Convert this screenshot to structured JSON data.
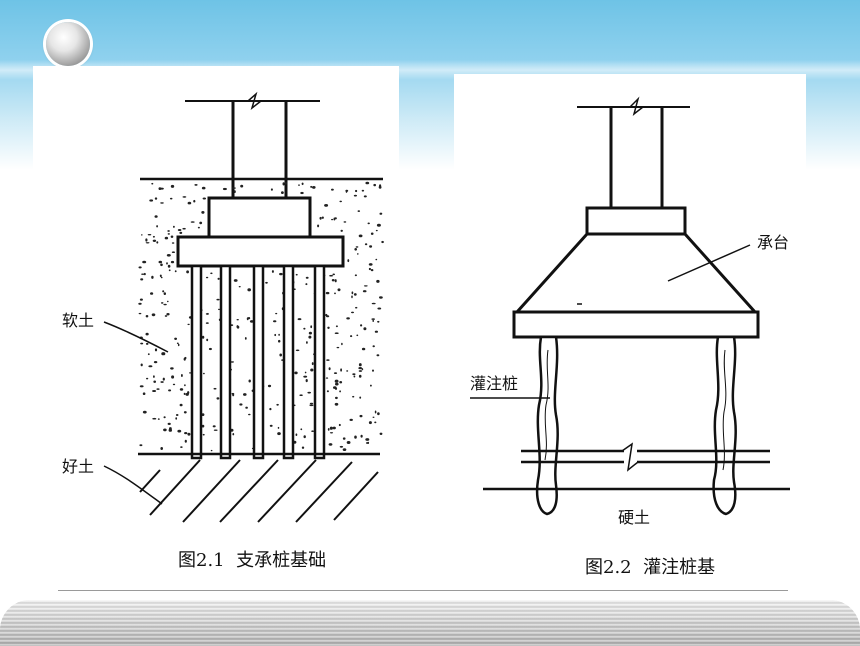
{
  "figures": [
    {
      "caption": "图2.1  支承桩基础",
      "labels": {
        "soft_soil": "软土",
        "good_soil": "好土"
      }
    },
    {
      "caption": "图2.2  灌注桩基",
      "labels": {
        "pile_cap": "承台",
        "cast_pile": "灌注桩",
        "hard_soil": "硬土"
      }
    }
  ],
  "colors": {
    "header": "#6ec3e6",
    "ink": "#111111"
  }
}
